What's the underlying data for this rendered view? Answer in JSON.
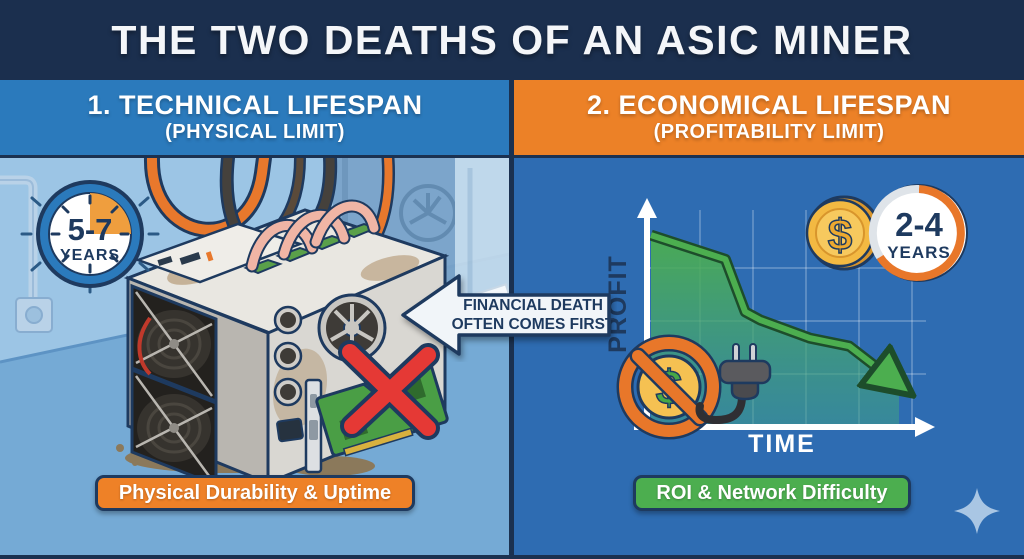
{
  "title": "THE TWO DEATHS OF AN ASIC MINER",
  "left_panel": {
    "heading": "1. TECHNICAL LIFESPAN",
    "subheading": "(PHYSICAL LIMIT)",
    "years_badge": {
      "range": "5-7",
      "unit": "YEARS"
    },
    "footer_label": "Physical Durability & Uptime",
    "illustration": [
      "clock-icon",
      "dusty-asic-miner",
      "psu-fans",
      "broken-gpu-card",
      "red-x-icon",
      "dust-puddle",
      "power-cables"
    ]
  },
  "right_panel": {
    "heading": "2. ECONOMICAL LIFESPAN",
    "subheading": "(PROFITABILITY LIMIT)",
    "years_badge": {
      "range": "2-4",
      "unit": "YEARS"
    },
    "footer_label": "ROI & Network Difficulty",
    "illustration": [
      "coin-icon",
      "no-profit-icon",
      "power-plug-icon",
      "declining-profit-chart",
      "sparkle-icon"
    ]
  },
  "callout": {
    "line1": "FINANCIAL DEATH",
    "line2": "OFTEN COMES FIRST"
  },
  "chart_data": {
    "type": "area",
    "title": "",
    "xlabel": "TIME",
    "ylabel": "PROFIT",
    "x": [
      0,
      0.3,
      0.38,
      0.44,
      0.64,
      0.8,
      1.0
    ],
    "values": [
      0.95,
      0.83,
      0.57,
      0.53,
      0.44,
      0.4,
      0.21
    ],
    "xlim": [
      0,
      1
    ],
    "ylim": [
      0,
      1
    ],
    "grid": true,
    "legend": "none",
    "annotation": "profit declines over time, ending in a downward arrow"
  },
  "colors": {
    "navy": "#1e3a5f",
    "title_band": "#1b2f4e",
    "header_blue": "#2b7abc",
    "header_orange": "#ec8127",
    "left_bg": "#9cc5e5",
    "left_floor": "#75aad5",
    "right_bg": "#2e6cb2",
    "chart_green": "#4cae4f",
    "gold": "#f3b942",
    "red_x": "#e53935",
    "callout_bg": "#f1f5f9"
  }
}
